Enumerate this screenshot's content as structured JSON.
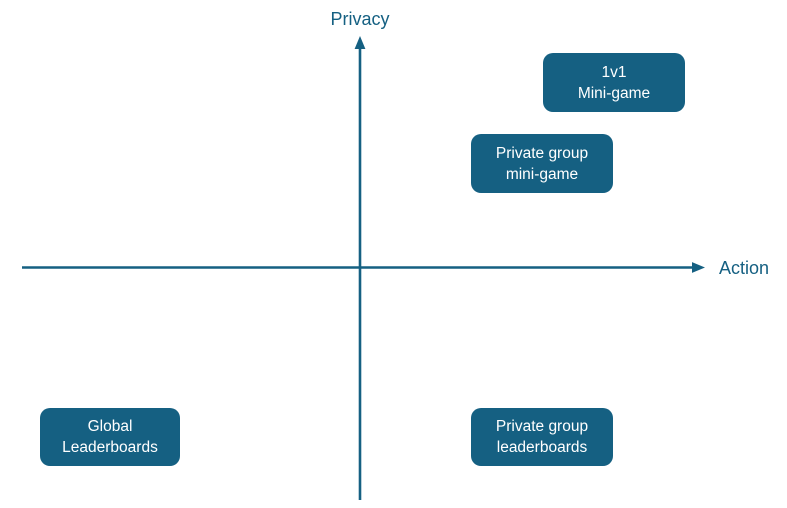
{
  "diagram": {
    "type": "quadrant-diagram",
    "axes": {
      "y_label": "Privacy",
      "x_label": "Action"
    },
    "colors": {
      "accent": "#156082",
      "axis_line": "#156082",
      "axis_label_text": "#156082",
      "box_fill": "#156082",
      "box_text": "#FFFFFF",
      "background": "#FFFFFF"
    },
    "boxes": [
      {
        "label": "1v1\nMini-game",
        "quadrant": "top-right (high privacy, high action)"
      },
      {
        "label": "Private group\nmini-game",
        "quadrant": "top-right (moderate privacy, moderate action)"
      },
      {
        "label": "Global\nLeaderboards",
        "quadrant": "bottom-left (low privacy, low action)"
      },
      {
        "label": "Private group\nleaderboards",
        "quadrant": "bottom-right (low privacy, moderate action)"
      }
    ]
  }
}
